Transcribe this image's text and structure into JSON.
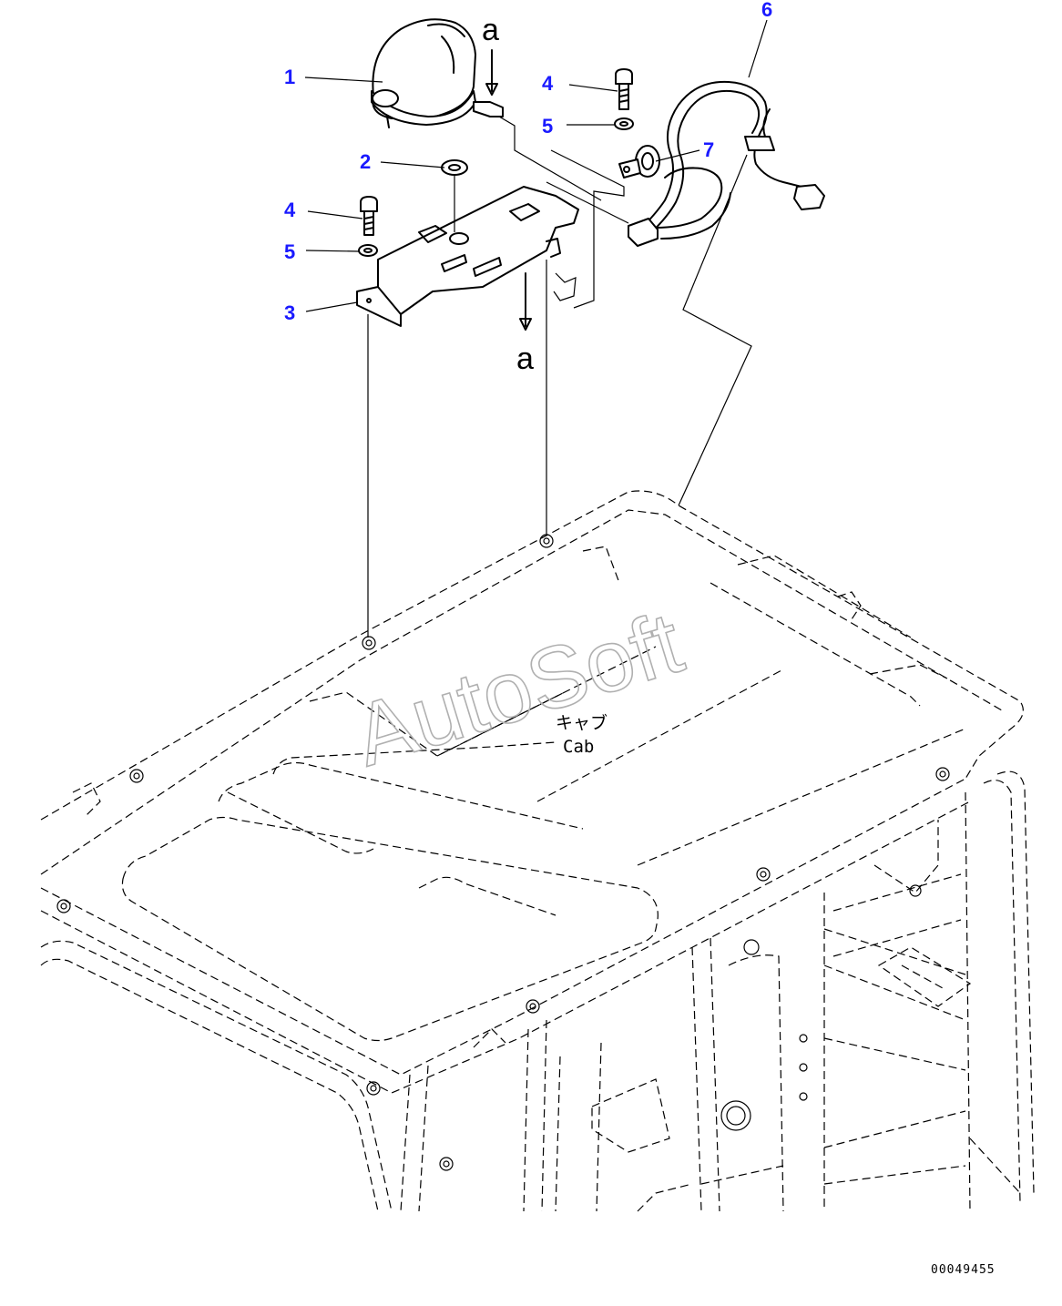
{
  "callouts": [
    {
      "id": "1",
      "label": "1"
    },
    {
      "id": "2",
      "label": "2"
    },
    {
      "id": "3",
      "label": "3"
    },
    {
      "id": "4a",
      "label": "4"
    },
    {
      "id": "5a",
      "label": "5"
    },
    {
      "id": "4b",
      "label": "4"
    },
    {
      "id": "5b",
      "label": "5"
    },
    {
      "id": "6",
      "label": "6"
    },
    {
      "id": "7",
      "label": "7"
    }
  ],
  "reference_marks": {
    "top": "a",
    "bottom": "a"
  },
  "cab_label": {
    "japanese": "キャブ",
    "english": "Cab"
  },
  "watermark": "AutoSoft",
  "diagram_id": "00049455",
  "colors": {
    "callout": "#1a1aff",
    "line": "#000000",
    "watermark": "#b0b0b0"
  }
}
